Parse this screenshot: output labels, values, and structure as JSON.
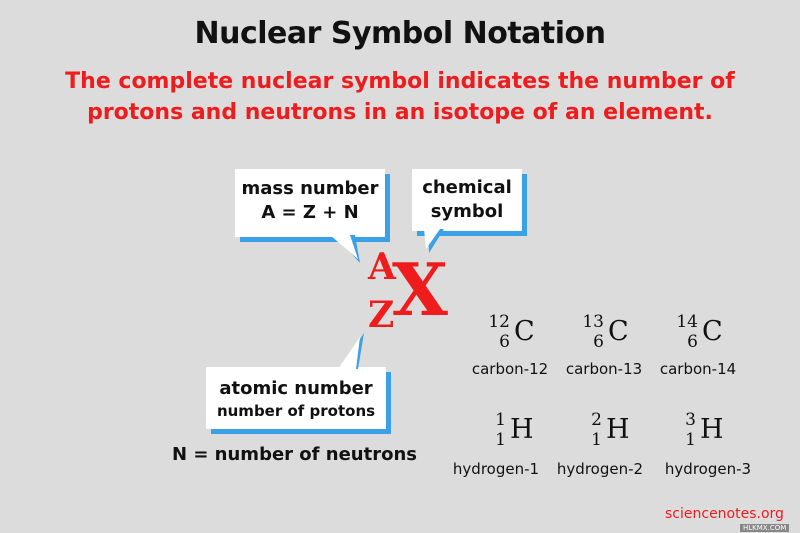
{
  "title": "Nuclear Symbol Notation",
  "subtitle": "The complete nuclear symbol indicates the number of protons and neutrons in an isotope of an element.",
  "callouts": {
    "mass": {
      "line1": "mass number",
      "line2": "A = Z + N"
    },
    "chemical": {
      "line1": "chemical",
      "line2": "symbol"
    },
    "atomic": {
      "line1": "atomic number",
      "line2": "number of protons"
    }
  },
  "symbol": {
    "mass_letter": "A",
    "atomic_letter": "Z",
    "element_letter": "X"
  },
  "neutrons_note": "N = number of neutrons",
  "isotopes": [
    {
      "mass": "12",
      "atomic": "6",
      "element": "C",
      "label": "carbon-12"
    },
    {
      "mass": "13",
      "atomic": "6",
      "element": "C",
      "label": "carbon-13"
    },
    {
      "mass": "14",
      "atomic": "6",
      "element": "C",
      "label": "carbon-14"
    },
    {
      "mass": "1",
      "atomic": "1",
      "element": "H",
      "label": "hydrogen-1"
    },
    {
      "mass": "2",
      "atomic": "1",
      "element": "H",
      "label": "hydrogen-2"
    },
    {
      "mass": "3",
      "atomic": "1",
      "element": "H",
      "label": "hydrogen-3"
    }
  ],
  "credit": "sciencenotes.org",
  "watermark": "HLKMX.COM",
  "colors": {
    "accent_red": "#ee1c1c",
    "callout_shadow_blue": "#3aa0e8",
    "background": "#dcdcdc"
  }
}
